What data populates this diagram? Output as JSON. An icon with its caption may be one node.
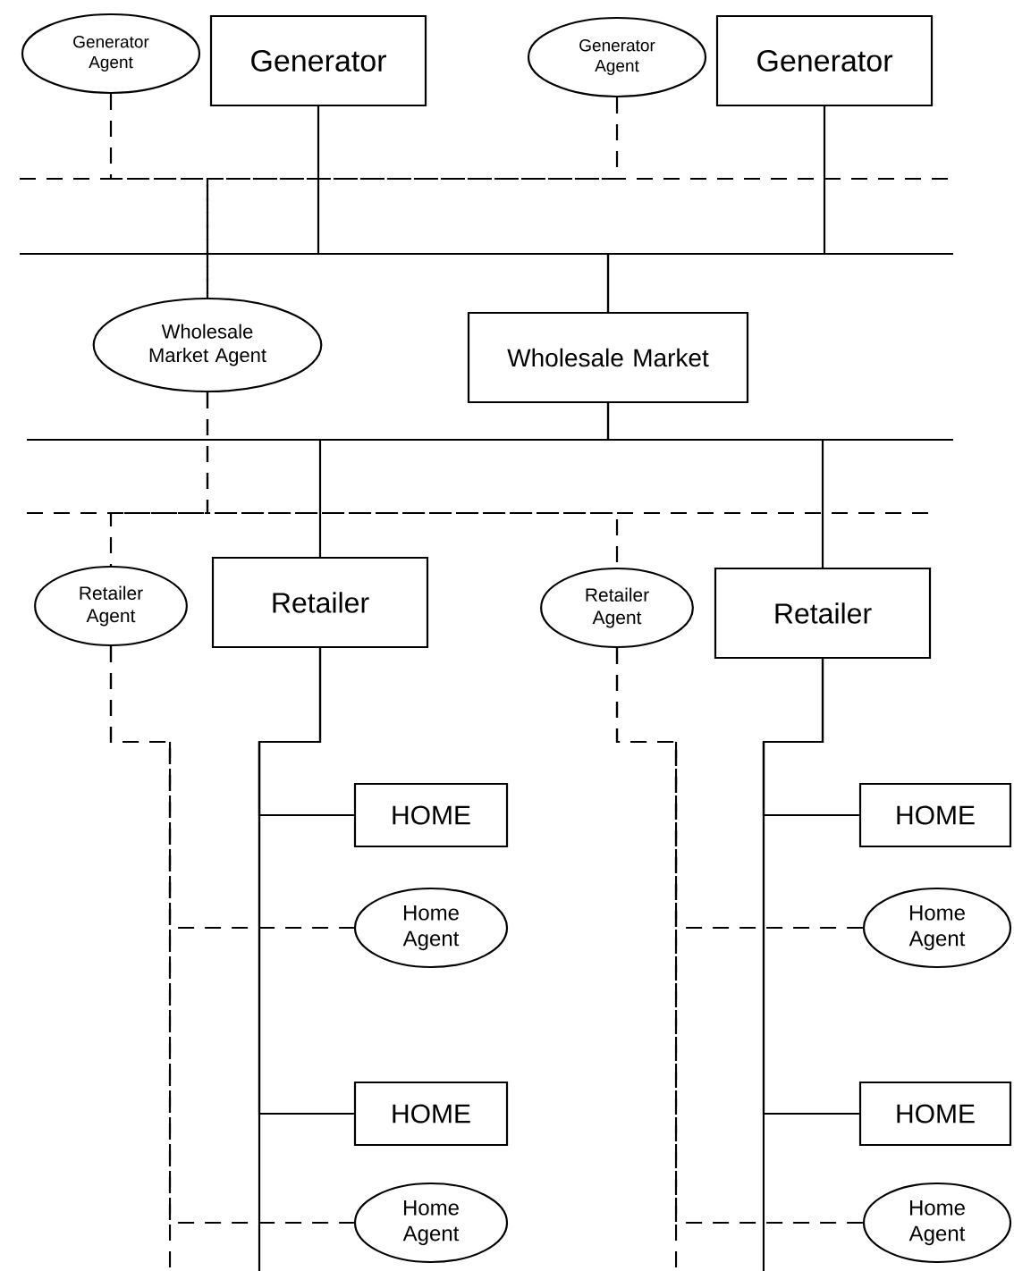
{
  "diagram": {
    "nodes": [
      {
        "text": [
          "Generator Agent"
        ]
      },
      {
        "text": [
          "Generator"
        ]
      },
      {
        "text": [
          "Generator Agent"
        ]
      },
      {
        "text": [
          "Generator"
        ]
      },
      {
        "text": [
          "Wholesale Market Agent"
        ]
      },
      {
        "text": [
          "Wholesale Market"
        ]
      },
      {
        "text": [
          "Retailer Agent"
        ]
      },
      {
        "text": [
          "Retailer"
        ]
      },
      {
        "text": [
          "Retailer Agent"
        ]
      },
      {
        "text": [
          "Retailer"
        ]
      },
      {
        "text": [
          "HOME"
        ]
      },
      {
        "text": [
          "Home Agent"
        ]
      },
      {
        "text": [
          "HOME"
        ]
      },
      {
        "text": [
          "Home Agent"
        ]
      },
      {
        "text": [
          "HOME"
        ]
      },
      {
        "text": [
          "Home Agent"
        ]
      },
      {
        "text": [
          "HOME"
        ]
      },
      {
        "text": [
          "Home Agent"
        ]
      }
    ],
    "edges": [
      {
        "from": 1,
        "to": 5,
        "arrow": "none"
      },
      {
        "from": 3,
        "to": 5,
        "arrow": "none"
      },
      {
        "from": 5,
        "to": 7,
        "arrow": "none"
      },
      {
        "from": 5,
        "to": 9,
        "arrow": "none"
      },
      {
        "from": 7,
        "to": 10,
        "arrow": "none"
      },
      {
        "from": 7,
        "to": 12,
        "arrow": "none"
      },
      {
        "from": 9,
        "to": 14,
        "arrow": "none"
      },
      {
        "from": 9,
        "to": 16,
        "arrow": "none"
      },
      {
        "from": 0,
        "to": 4,
        "arrow": "none",
        "style": "dashed"
      },
      {
        "from": 2,
        "to": 4,
        "arrow": "none",
        "style": "dashed"
      },
      {
        "from": 4,
        "to": 6,
        "arrow": "none",
        "style": "dashed"
      },
      {
        "from": 4,
        "to": 8,
        "arrow": "none",
        "style": "dashed"
      },
      {
        "from": 6,
        "to": 11,
        "arrow": "none",
        "style": "dashed"
      },
      {
        "from": 6,
        "to": 13,
        "arrow": "none",
        "style": "dashed"
      },
      {
        "from": 8,
        "to": 15,
        "arrow": "none",
        "style": "dashed"
      },
      {
        "from": 8,
        "to": 17,
        "arrow": "none",
        "style": "dashed"
      }
    ]
  }
}
